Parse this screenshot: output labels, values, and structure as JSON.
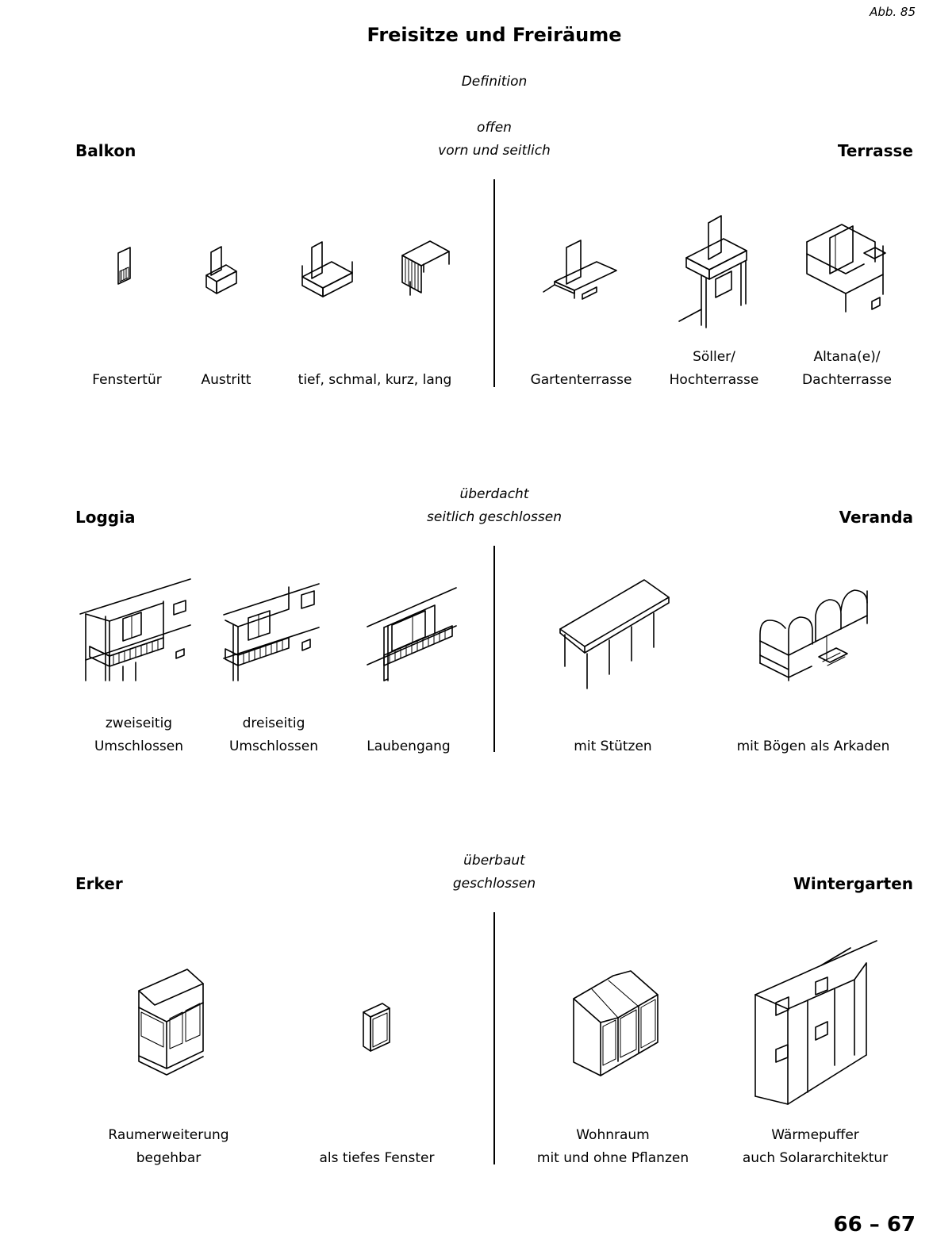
{
  "figure_number": "Abb. 85",
  "title": "Freisitze und Freiräume",
  "definition": "Definition",
  "sections": [
    {
      "left_term": "Balkon",
      "right_term": "Terrasse",
      "criterion_1": "offen",
      "criterion_2": "vorn und seitlich",
      "left_items": [
        {
          "line1": "",
          "line2": "Fenstertür"
        },
        {
          "line1": "",
          "line2": "Austritt"
        },
        {
          "line1": "",
          "line2": "tief, schmal, kurz, lang"
        }
      ],
      "right_items": [
        {
          "line1": "",
          "line2": "Gartenterrasse"
        },
        {
          "line1": "Söller/",
          "line2": "Hochterrasse"
        },
        {
          "line1": "Altana(e)/",
          "line2": "Dachterrasse"
        }
      ]
    },
    {
      "left_term": "Loggia",
      "right_term": "Veranda",
      "criterion_1": "überdacht",
      "criterion_2": "seitlich geschlossen",
      "left_items": [
        {
          "line1": "zweiseitig",
          "line2": "Umschlossen"
        },
        {
          "line1": "dreiseitig",
          "line2": "Umschlossen"
        },
        {
          "line1": "",
          "line2": "Laubengang"
        }
      ],
      "right_items": [
        {
          "line1": "",
          "line2": "mit Stützen"
        },
        {
          "line1": "",
          "line2": "mit Bögen als Arkaden"
        }
      ]
    },
    {
      "left_term": "Erker",
      "right_term": "Wintergarten",
      "criterion_1": "überbaut",
      "criterion_2": "geschlossen",
      "left_items": [
        {
          "line1": "Raumerweiterung",
          "line2": "begehbar"
        },
        {
          "line1": "",
          "line2": "als tiefes Fenster"
        }
      ],
      "right_items": [
        {
          "line1": "Wohnraum",
          "line2": "mit und ohne Pflanzen"
        },
        {
          "line1": "Wärmepuffer",
          "line2": "auch Solararchitektur"
        }
      ]
    }
  ],
  "page_numbers": "66 – 67"
}
